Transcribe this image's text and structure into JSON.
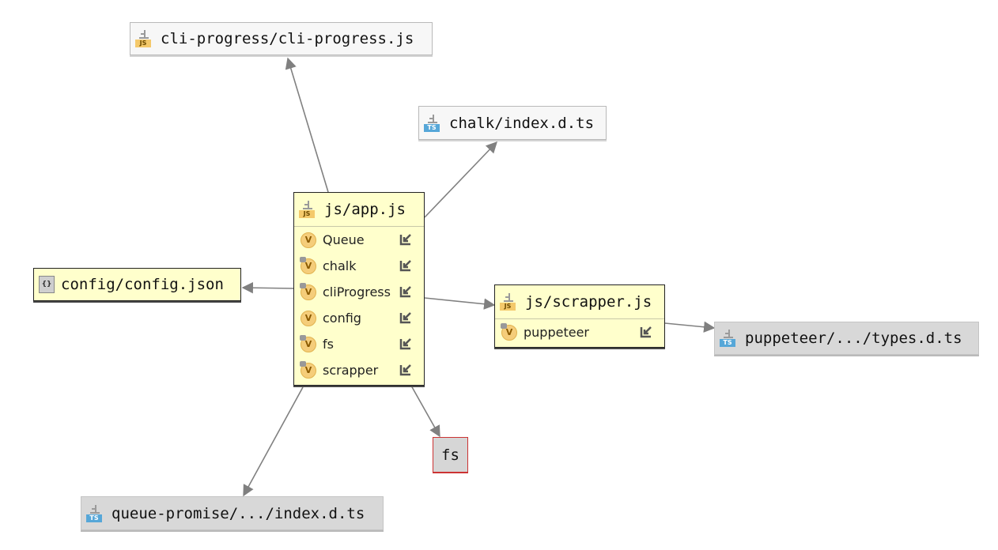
{
  "diagram": {
    "nodes": {
      "cli_progress": "cli-progress/cli-progress.js",
      "chalk": "chalk/index.d.ts",
      "config_json": "config/config.json",
      "scrapper": "js/scrapper.js",
      "puppeteer_types": "puppeteer/.../types.d.ts",
      "fs": "fs",
      "queue_promise": "queue-promise/.../index.d.ts"
    },
    "app": {
      "title": "js/app.js",
      "members": [
        "Queue",
        "chalk",
        "cliProgress",
        "config",
        "fs",
        "scrapper"
      ]
    },
    "scrapper_members": [
      "puppeteer"
    ],
    "icon_labels": {
      "js": "JS",
      "ts": "TS",
      "var": "V",
      "json": "{}"
    },
    "edges": [
      {
        "from": "js/app.js",
        "to": "cli-progress/cli-progress.js"
      },
      {
        "from": "js/app.js",
        "to": "chalk/index.d.ts"
      },
      {
        "from": "js/app.js",
        "to": "config/config.json"
      },
      {
        "from": "js/app.js",
        "to": "js/scrapper.js"
      },
      {
        "from": "js/app.js",
        "to": "fs"
      },
      {
        "from": "js/app.js",
        "to": "queue-promise/.../index.d.ts"
      },
      {
        "from": "js/scrapper.js",
        "to": "puppeteer/.../types.d.ts"
      }
    ],
    "colors": {
      "edge": "#808080",
      "node_highlight": "#ffffcc",
      "external": "#d8d8d8",
      "missing_border": "#cc3333"
    }
  }
}
